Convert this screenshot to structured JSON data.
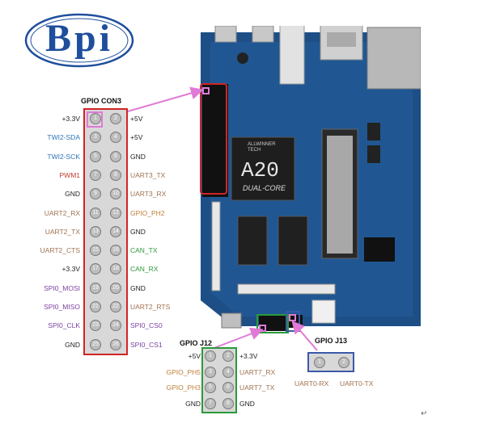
{
  "logo": {
    "text": "Bpi"
  },
  "colors": {
    "power": "#222222",
    "gnd": "#222222",
    "twi": "#2e75b6",
    "pwm": "#c0392b",
    "uart": "#a0714f",
    "gpio": "#c0803a",
    "can": "#2a9a3a",
    "spi": "#7b3fa0",
    "callout": "#e07ad6"
  },
  "con3": {
    "title": "GPIO CON3",
    "rows": [
      {
        "left": "+3.3V",
        "lc": "power",
        "p1": "1",
        "p2": "2",
        "right": "+5V",
        "rc": "power"
      },
      {
        "left": "TWI2-SDA",
        "lc": "twi",
        "p1": "3",
        "p2": "4",
        "right": "+5V",
        "rc": "power"
      },
      {
        "left": "TWI2-SCK",
        "lc": "twi",
        "p1": "5",
        "p2": "6",
        "right": "GND",
        "rc": "gnd"
      },
      {
        "left": "PWM1",
        "lc": "pwm",
        "p1": "7",
        "p2": "8",
        "right": "UART3_TX",
        "rc": "uart"
      },
      {
        "left": "GND",
        "lc": "gnd",
        "p1": "9",
        "p2": "10",
        "right": "UART3_RX",
        "rc": "uart"
      },
      {
        "left": "UART2_RX",
        "lc": "uart",
        "p1": "11",
        "p2": "12",
        "right": "GPIO_PH2",
        "rc": "gpio"
      },
      {
        "left": "UART2_TX",
        "lc": "uart",
        "p1": "13",
        "p2": "14",
        "right": "GND",
        "rc": "gnd"
      },
      {
        "left": "UART2_CTS",
        "lc": "uart",
        "p1": "15",
        "p2": "16",
        "right": "CAN_TX",
        "rc": "can"
      },
      {
        "left": "+3.3V",
        "lc": "power",
        "p1": "17",
        "p2": "18",
        "right": "CAN_RX",
        "rc": "can"
      },
      {
        "left": "SPI0_MOSI",
        "lc": "spi",
        "p1": "19",
        "p2": "20",
        "right": "GND",
        "rc": "gnd"
      },
      {
        "left": "SPI0_MISO",
        "lc": "spi",
        "p1": "21",
        "p2": "22",
        "right": "UART2_RTS",
        "rc": "uart"
      },
      {
        "left": "SPI0_CLK",
        "lc": "spi",
        "p1": "23",
        "p2": "24",
        "right": "SPI0_CS0",
        "rc": "spi"
      },
      {
        "left": "GND",
        "lc": "gnd",
        "p1": "25",
        "p2": "26",
        "right": "SPI0_CS1",
        "rc": "spi"
      }
    ]
  },
  "j12": {
    "title": "GPIO J12",
    "rows": [
      {
        "left": "+5V",
        "lc": "power",
        "p1": "1",
        "p2": "2",
        "right": "+3.3V",
        "rc": "power"
      },
      {
        "left": "GPIO_PH5",
        "lc": "gpio",
        "p1": "3",
        "p2": "4",
        "right": "UART7_RX",
        "rc": "uart"
      },
      {
        "left": "GPIO_PH3",
        "lc": "gpio",
        "p1": "5",
        "p2": "6",
        "right": "UART7_TX",
        "rc": "uart"
      },
      {
        "left": "GND",
        "lc": "gnd",
        "p1": "7",
        "p2": "8",
        "right": "GND",
        "rc": "gnd"
      }
    ]
  },
  "j13": {
    "title": "GPIO J13",
    "pins": [
      "1",
      "2"
    ],
    "labels": [
      "UART0-RX",
      "UART0-TX"
    ]
  },
  "board": {
    "chip_line1": "ALLWINNER",
    "chip_line2": "TECH",
    "chip_model": "A20",
    "chip_core": "DUAL-CORE"
  },
  "return_mark": "↵"
}
